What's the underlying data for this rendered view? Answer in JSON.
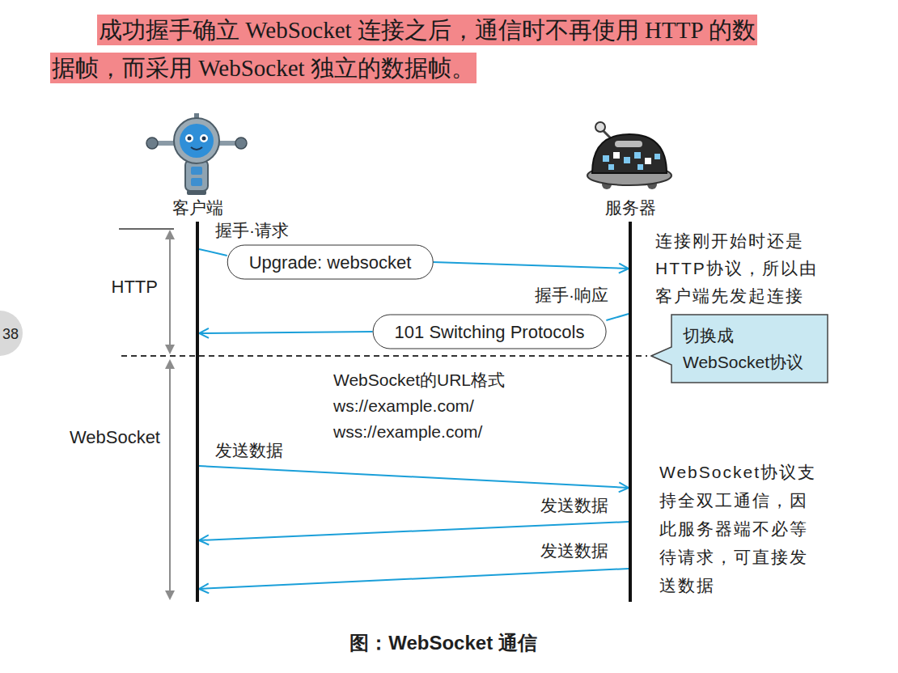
{
  "diagram": {
    "caption": "图：WebSocket 通信",
    "nodes": [
      {
        "text": [
          "客户端"
        ]
      },
      {
        "text": [
          "服务器"
        ]
      },
      {
        "text": [
          "Upgrade: websocket"
        ]
      },
      {
        "text": [
          "101 Switching Protocols"
        ]
      },
      {
        "text": [
          "切换成 WebSocket协议"
        ]
      }
    ],
    "edges": [
      {
        "from": 0,
        "to": 2,
        "arrow": "none"
      },
      {
        "from": 2,
        "to": 1,
        "arrow": "to"
      },
      {
        "from": 1,
        "to": 3,
        "arrow": "none"
      },
      {
        "from": 3,
        "to": 0,
        "arrow": "to"
      },
      {
        "from": 0,
        "to": 1,
        "label": "发送数据",
        "arrow": "to"
      },
      {
        "from": 1,
        "to": 0,
        "label": "发送数据",
        "arrow": "to"
      },
      {
        "from": 1,
        "to": 0,
        "label": "发送数据",
        "arrow": "to"
      }
    ],
    "labels": [
      "成功握手确立 WebSocket 连接之后，通信时不再使用 HTTP 的数据帧，而采用 WebSocket 独立的数据帧。",
      "38",
      "握手·请求",
      "握手·响应",
      "连接刚开始时还是HTTP协议，所以由客户端先发起连接",
      "HTTP",
      "WebSocket",
      "WebSocket的URL格式",
      "ws://example.com/",
      "wss://example.com/",
      "WebSocket协议支持全双工通信，因此服务器端不必等待请求，可直接发送数据"
    ]
  }
}
